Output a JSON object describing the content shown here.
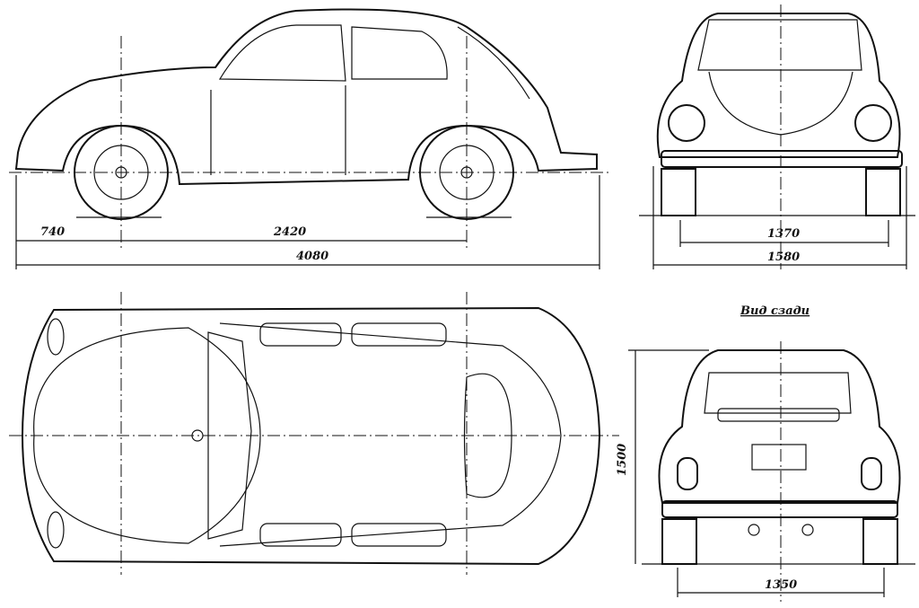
{
  "side_view": {
    "dimensions": {
      "front_overhang": "740",
      "wheelbase": "2420",
      "overall_length": "4080"
    }
  },
  "front_view": {
    "dimensions": {
      "front_track": "1370",
      "overall_width": "1580"
    }
  },
  "rear_view": {
    "title": "Вид сзади",
    "dimensions": {
      "height": "1500",
      "rear_track": "1350"
    }
  },
  "top_view": {}
}
